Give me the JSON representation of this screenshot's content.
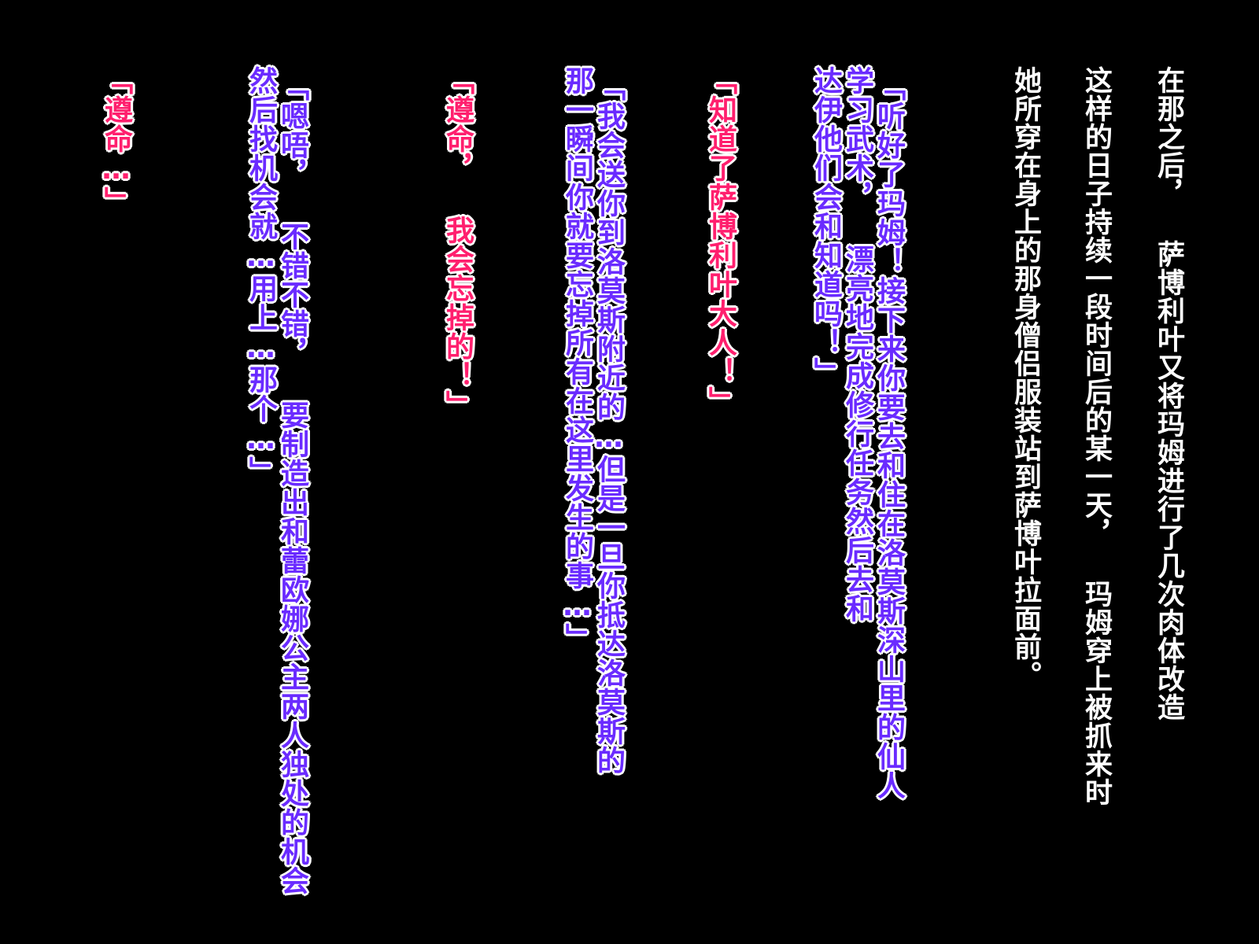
{
  "colors": {
    "background": "#000000",
    "narration": "#ffffff",
    "speaker_purple": "#6a2bff",
    "speaker_pink": "#ff1f6e",
    "outline": "#ffffff"
  },
  "narration": {
    "line1": "在那之后， 萨博利叶又将玛姆进行了几次肉体改造",
    "line2": "这样的日子持续一段时间后的某一天， 玛姆穿上被抓来时",
    "line3": "她所穿在身上的那身僧侣服装站到萨博叶拉面前。"
  },
  "dialogue": {
    "d1_line1": "「听好了玛姆！接下来你要去和住在洛莫斯深山里的仙人",
    "d1_line2": "学习武术， 漂亮地完成修行任务然后去和",
    "d1_line3": "达伊他们会和知道吗！」",
    "d2": "「知道了萨博利叶大人！」",
    "d3_line1": "「我会送你到洛莫斯附近的…但是一旦你抵达洛莫斯的",
    "d3_line2": "那一瞬间你就要忘掉所有在这里发生的事…」",
    "d4": "「遵命， 我会忘掉的！」",
    "d5_line1": "「嗯唔， 不错不错， 要制造出和蕾欧娜公主两人独处的机会",
    "d5_line2": "然后找机会就…用上…那个…」",
    "d6": "「遵命…」"
  }
}
